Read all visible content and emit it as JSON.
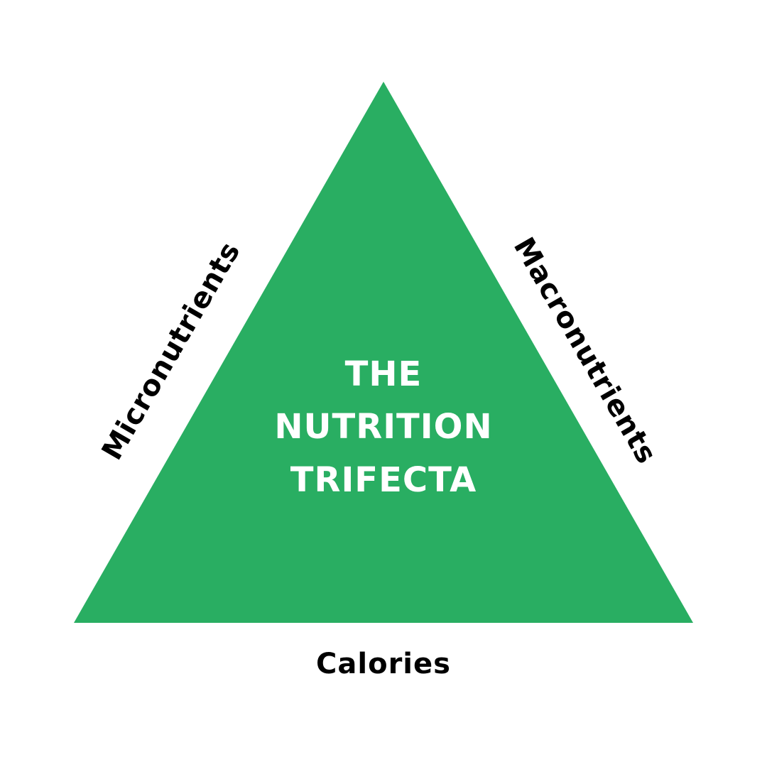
{
  "colors": {
    "background": "#ffffff",
    "triangle": "#29ae62",
    "center_text": "#ffffff",
    "edge_text": "#000000"
  },
  "title": {
    "line1": "THE",
    "line2": "NUTRITION",
    "line3": "TRIFECTA"
  },
  "edges": {
    "left": "Micronutrients",
    "right": "Macronutrients",
    "bottom": "Calories"
  }
}
